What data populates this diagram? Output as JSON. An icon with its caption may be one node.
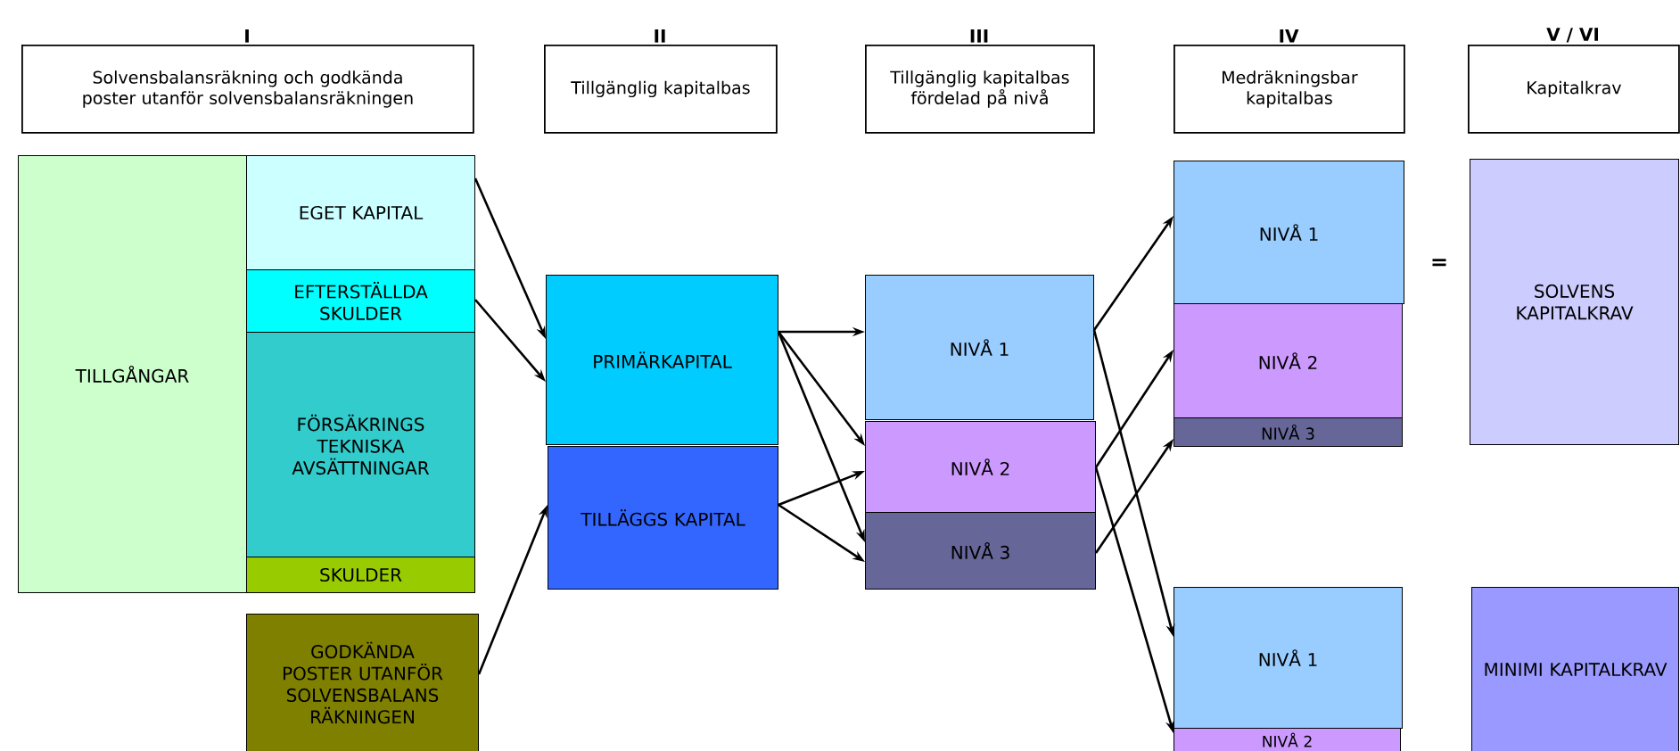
{
  "diagram": {
    "nodes": [
      {
        "text": [
          "Solvensbalansräkning och godkända poster utanför solvensbalansräkningen"
        ],
        "beside": [
          "I"
        ]
      },
      {
        "text": [
          "Tillgänglig kapitalbas"
        ],
        "beside": [
          "II"
        ]
      },
      {
        "text": [
          "Tillgänglig kapitalbas fördelad på nivå"
        ],
        "beside": [
          "III"
        ]
      },
      {
        "text": [
          "Medräkningsbar kapitalbas"
        ],
        "beside": [
          "IV"
        ]
      },
      {
        "text": [
          "Kapitalkrav"
        ],
        "beside": [
          "V / VI"
        ]
      },
      {
        "text": [
          "TILLGÅNGAR"
        ]
      },
      {
        "text": [
          "EGET KAPITAL"
        ]
      },
      {
        "text": [
          "EFTERSTÄLLDA SKULDER"
        ]
      },
      {
        "text": [
          "FÖRSÄKRINGS TEKNISKA AVSÄTTNINGAR"
        ]
      },
      {
        "text": [
          "SKULDER"
        ]
      },
      {
        "text": [
          "GODKÄNDA POSTER UTANFÖR SOLVENSBALANS RÄKNINGEN"
        ]
      },
      {
        "text": [
          "PRIMÄRKAPITAL"
        ]
      },
      {
        "text": [
          "TILLÄGGS KAPITAL"
        ]
      },
      {
        "text": [
          "NIVÅ 1"
        ]
      },
      {
        "text": [
          "NIVÅ 2"
        ]
      },
      {
        "text": [
          "NIVÅ 3"
        ]
      },
      {
        "text": [
          "NIVÅ 1"
        ]
      },
      {
        "text": [
          "NIVÅ 2"
        ]
      },
      {
        "text": [
          "NIVÅ 3"
        ]
      },
      {
        "text": [
          "SOLVENS KAPITALKRAV"
        ]
      },
      {
        "text": [
          "NIVÅ 1"
        ]
      },
      {
        "text": [
          "NIVÅ 2"
        ]
      },
      {
        "text": [
          "MINIMI KAPITALKRAV"
        ]
      }
    ],
    "edges": [
      {
        "from": 6,
        "to": 11,
        "arrow": "to"
      },
      {
        "from": 7,
        "to": 11,
        "arrow": "to"
      },
      {
        "from": 10,
        "to": 12,
        "arrow": "to"
      },
      {
        "from": 11,
        "to": 13,
        "arrow": "to"
      },
      {
        "from": 11,
        "to": 14,
        "arrow": "to"
      },
      {
        "from": 11,
        "to": 15,
        "arrow": "to"
      },
      {
        "from": 12,
        "to": 14,
        "arrow": "to"
      },
      {
        "from": 12,
        "to": 15,
        "arrow": "to"
      },
      {
        "from": 13,
        "to": 16,
        "arrow": "to"
      },
      {
        "from": 13,
        "to": 20,
        "arrow": "to"
      },
      {
        "from": 14,
        "to": 17,
        "arrow": "to"
      },
      {
        "from": 14,
        "to": 21,
        "arrow": "to"
      },
      {
        "from": 15,
        "to": 18,
        "arrow": "to"
      }
    ],
    "labels": [
      "="
    ]
  }
}
